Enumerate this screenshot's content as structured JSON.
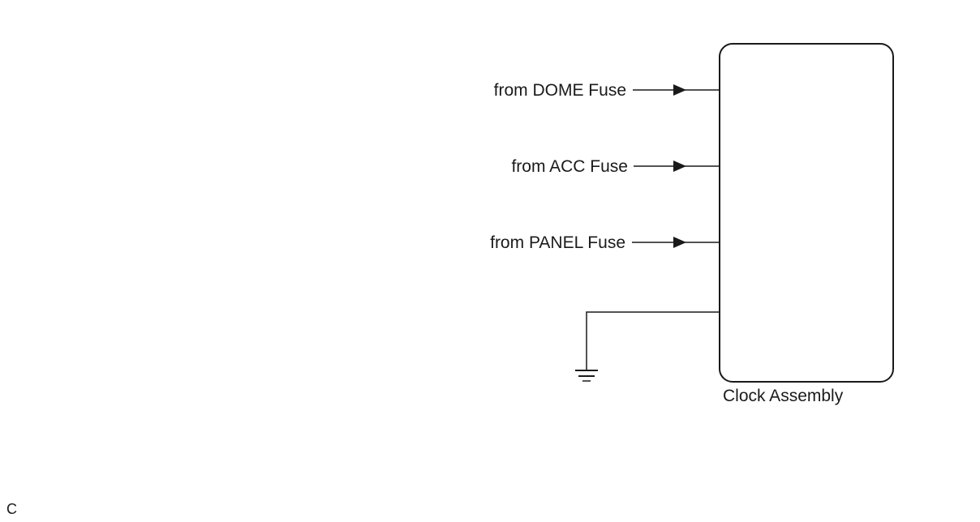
{
  "diagram": {
    "component": {
      "name": "Clock Assembly"
    },
    "inputs": [
      {
        "label": "from DOME Fuse"
      },
      {
        "label": "from ACC Fuse"
      },
      {
        "label": "from PANEL Fuse"
      }
    ],
    "ground": {
      "symbol": "ground-icon"
    }
  },
  "footer": {
    "code": "C"
  },
  "colors": {
    "line": "#1a1a1a",
    "background": "#ffffff"
  }
}
